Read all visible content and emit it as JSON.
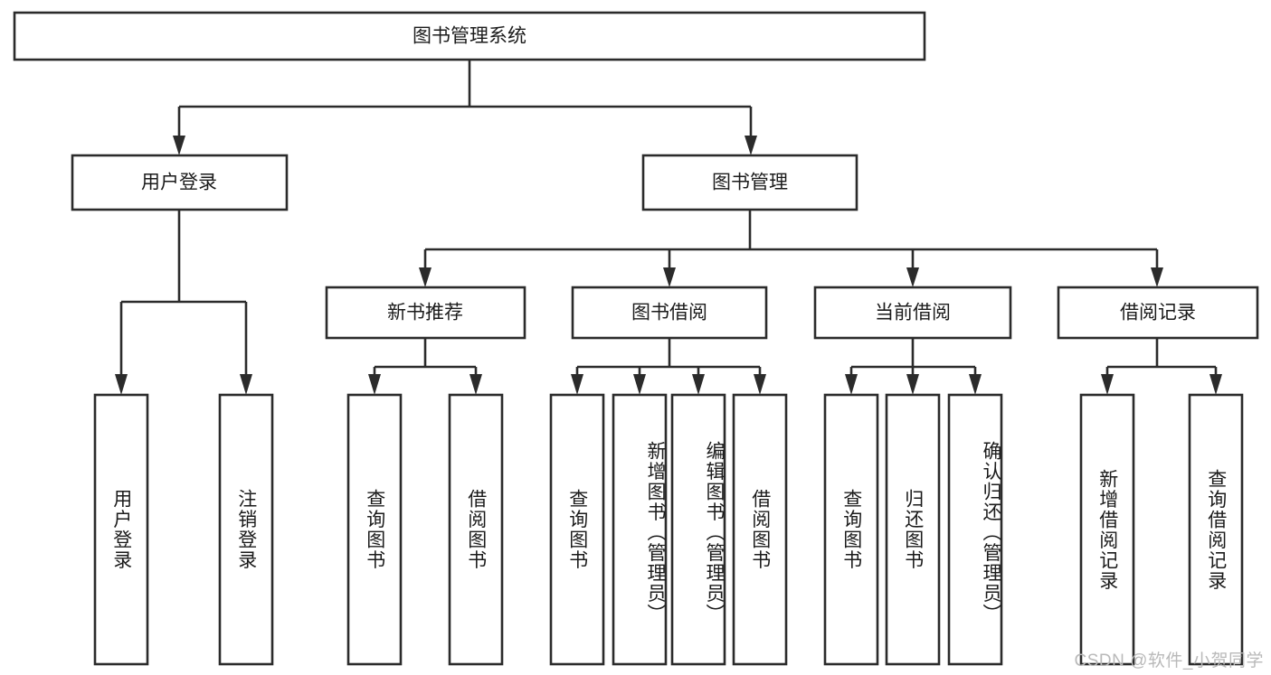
{
  "diagram": {
    "title": "图书管理系统",
    "watermark": "CSDN @软件_小贺同学",
    "root": {
      "label": "图书管理系统"
    },
    "level2": [
      {
        "label": "用户登录"
      },
      {
        "label": "图书管理"
      }
    ],
    "level3": [
      {
        "label": "新书推荐"
      },
      {
        "label": "图书借阅"
      },
      {
        "label": "当前借阅"
      },
      {
        "label": "借阅记录"
      }
    ],
    "leaves": {
      "user_login": [
        {
          "label": "用户登录"
        },
        {
          "label": "注销登录"
        }
      ],
      "new_book_recommend": [
        {
          "label": "查询图书"
        },
        {
          "label": "借阅图书"
        }
      ],
      "book_borrow": [
        {
          "label": "查询图书"
        },
        {
          "label": "新增图书（管理员）"
        },
        {
          "label": "编辑图书（管理员）"
        },
        {
          "label": "借阅图书"
        }
      ],
      "current_borrow": [
        {
          "label": "查询图书"
        },
        {
          "label": "归还图书"
        },
        {
          "label": "确认归还（管理员）"
        }
      ],
      "borrow_record": [
        {
          "label": "新增借阅记录"
        },
        {
          "label": "查询借阅记录"
        }
      ]
    },
    "colors": {
      "stroke": "#2b2b2b",
      "fill": "#ffffff",
      "text": "#1b1b1b",
      "watermark": "#b9b9b9"
    }
  }
}
